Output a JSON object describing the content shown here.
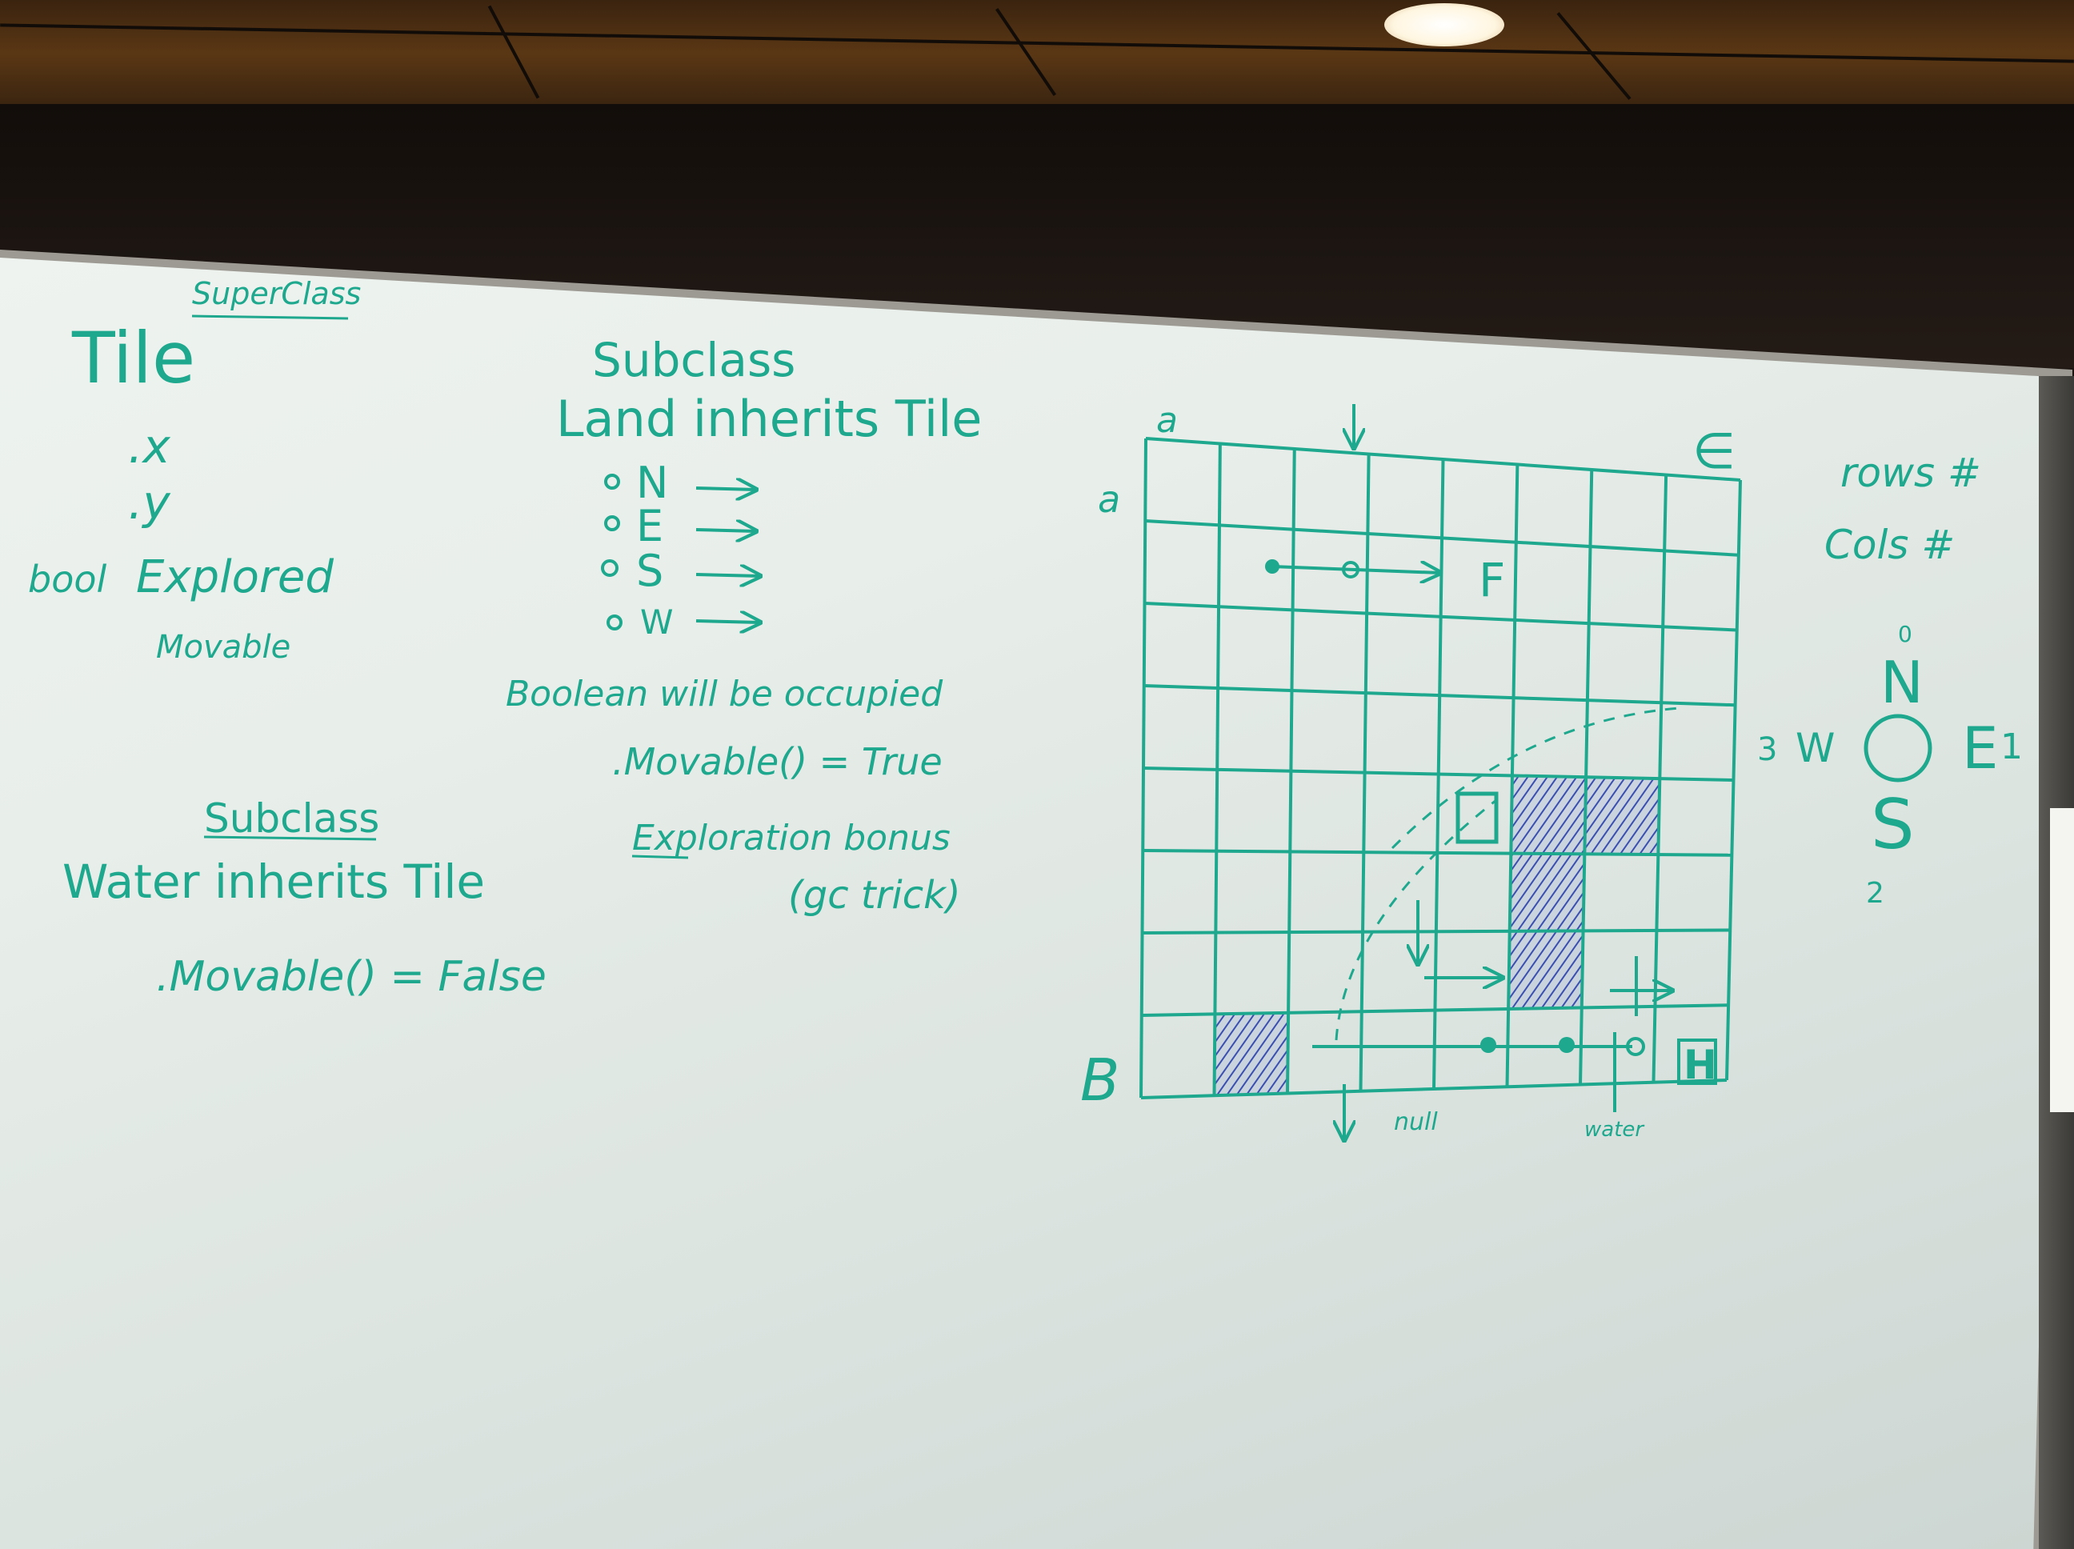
{
  "left_column": {
    "superclass_heading": "SuperClass",
    "tile": "Tile",
    "x": ".x",
    "y": ".y",
    "bool_label": "bool",
    "explored": "Explored",
    "movable": "Movable",
    "subclass_heading": "Subclass",
    "water_inherits": "Water inherits Tile",
    "movable_false": ".Movable() = False"
  },
  "middle_column": {
    "subclass_heading": "Subclass",
    "land_inherits": "Land inherits Tile",
    "directions": [
      "N",
      "E",
      "S",
      "W"
    ],
    "boolean_occupied": "Boolean will be occupied",
    "movable_true": ".Movable() = True",
    "exploration_bonus": "Exploration bonus",
    "gc_trick": "(gc trick)"
  },
  "grid": {
    "rows": 8,
    "cols": 8,
    "top_left_label": "a",
    "left_top_label": "a",
    "left_bottom_label": "B",
    "finish_label": "F",
    "home_label": "H",
    "null_label": "null",
    "water_label": "water",
    "water_cells": [
      [
        4,
        5
      ],
      [
        4,
        6
      ],
      [
        5,
        5
      ],
      [
        6,
        5
      ],
      [
        7,
        1
      ]
    ]
  },
  "right_column": {
    "rows_label": "rows #",
    "cols_label": "Cols #",
    "compass_zero": "0",
    "compass_n": "N",
    "compass_e": "E",
    "compass_one": "1",
    "compass_s": "S",
    "compass_two": "2",
    "compass_w": "W",
    "compass_three": "3"
  },
  "colors": {
    "ink": "#1ea88e",
    "water_hatch": "#3a4fb0",
    "board": "#e6ece8"
  }
}
